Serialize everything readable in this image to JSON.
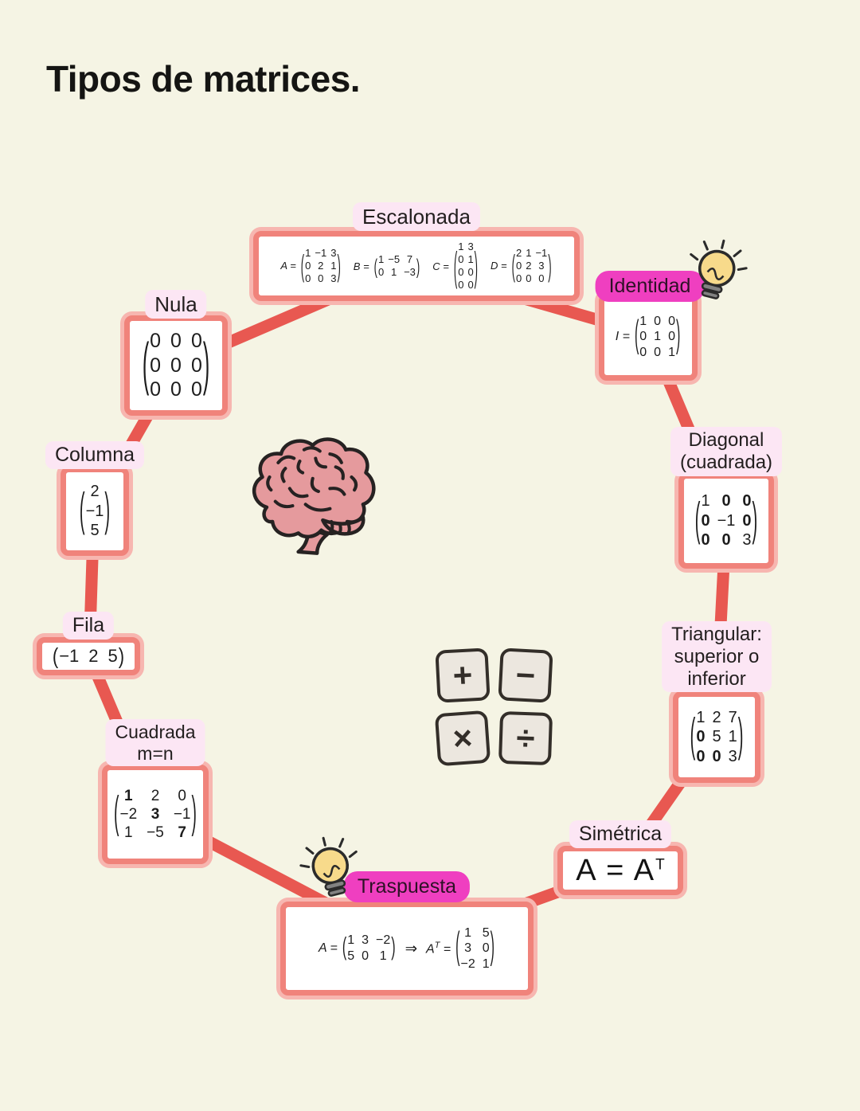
{
  "title": "Tipos de matrices.",
  "colors": {
    "background": "#f5f4e4",
    "ring_red": "#e85851",
    "node_border": "#f0837b",
    "node_border_glow": "#f7b6b0",
    "label_pink_bg": "#fce6f4",
    "label_magenta_bg": "#ef3fc0",
    "bulb_yellow": "#f7da8b",
    "brain_pink": "#e59a9d",
    "text_dark": "#221e1e"
  },
  "nodes": {
    "escalonada": {
      "label": "Escalonada",
      "expressions": [
        {
          "v": "A",
          "rows": [
            [
              "1",
              "−1",
              "3"
            ],
            [
              "0",
              "2",
              "1"
            ],
            [
              "0",
              "0",
              "3"
            ]
          ]
        },
        {
          "v": "B",
          "rows": [
            [
              "1",
              "−5",
              "7"
            ],
            [
              "0",
              "1",
              "−3"
            ]
          ]
        },
        {
          "v": "C",
          "rows": [
            [
              "1",
              "3"
            ],
            [
              "0",
              "1"
            ],
            [
              "0",
              "0"
            ],
            [
              "0",
              "0"
            ]
          ]
        },
        {
          "v": "D",
          "rows": [
            [
              "2",
              "1",
              "−1"
            ],
            [
              "0",
              "2",
              "3"
            ],
            [
              "0",
              "0",
              "0"
            ]
          ]
        }
      ]
    },
    "identidad": {
      "label": "Identidad",
      "expressions": [
        {
          "v": "I",
          "rows": [
            [
              "1",
              "0",
              "0"
            ],
            [
              "0",
              "1",
              "0"
            ],
            [
              "0",
              "0",
              "1"
            ]
          ]
        }
      ]
    },
    "diagonal": {
      "label": "Diagonal\n(cuadrada)",
      "expressions": [
        {
          "rows": [
            [
              "1",
              "*0",
              "*0"
            ],
            [
              "*0",
              "−1",
              "*0"
            ],
            [
              "*0",
              "*0",
              "3"
            ]
          ]
        }
      ]
    },
    "triangular": {
      "label": "Triangular:\nsuperior o\ninferior",
      "expressions": [
        {
          "rows": [
            [
              "1",
              "2",
              "7"
            ],
            [
              "*0",
              "5",
              "1"
            ],
            [
              "*0",
              "*0",
              "3"
            ]
          ]
        }
      ]
    },
    "simetrica": {
      "label": "Simétrica",
      "formula": "A = A",
      "formula_sup": "T"
    },
    "traspuesta": {
      "label": "Traspuesta",
      "expressions": [
        {
          "v": "A",
          "rows": [
            [
              "1",
              "3",
              "−2"
            ],
            [
              "5",
              "0",
              "1"
            ]
          ]
        },
        {
          "sep": "⇒"
        },
        {
          "v": "A",
          "sup": "T",
          "rows": [
            [
              "1",
              "5"
            ],
            [
              "3",
              "0"
            ],
            [
              "−2",
              "1"
            ]
          ]
        }
      ]
    },
    "cuadrada": {
      "label": "Cuadrada\nm=n",
      "expressions": [
        {
          "rows": [
            [
              "*1",
              "2",
              "0"
            ],
            [
              "−2",
              "*3",
              "−1"
            ],
            [
              "1",
              "−5",
              "*7"
            ]
          ]
        }
      ]
    },
    "fila": {
      "label": "Fila",
      "expressions": [
        {
          "rows": [
            [
              "−1",
              "2",
              "5"
            ]
          ]
        }
      ]
    },
    "columna": {
      "label": "Columna",
      "expressions": [
        {
          "rows": [
            [
              "2"
            ],
            [
              "−1"
            ],
            [
              "5"
            ]
          ]
        }
      ]
    },
    "nula": {
      "label": "Nula",
      "expressions": [
        {
          "rows": [
            [
              "0",
              "0",
              "0"
            ],
            [
              "0",
              "0",
              "0"
            ],
            [
              "0",
              "0",
              "0"
            ]
          ]
        }
      ]
    }
  },
  "center": {
    "ops": [
      {
        "name": "plus",
        "glyph": "+"
      },
      {
        "name": "minus",
        "glyph": "−"
      },
      {
        "name": "multiply",
        "glyph": "×"
      },
      {
        "name": "divide",
        "glyph": "÷"
      }
    ]
  }
}
